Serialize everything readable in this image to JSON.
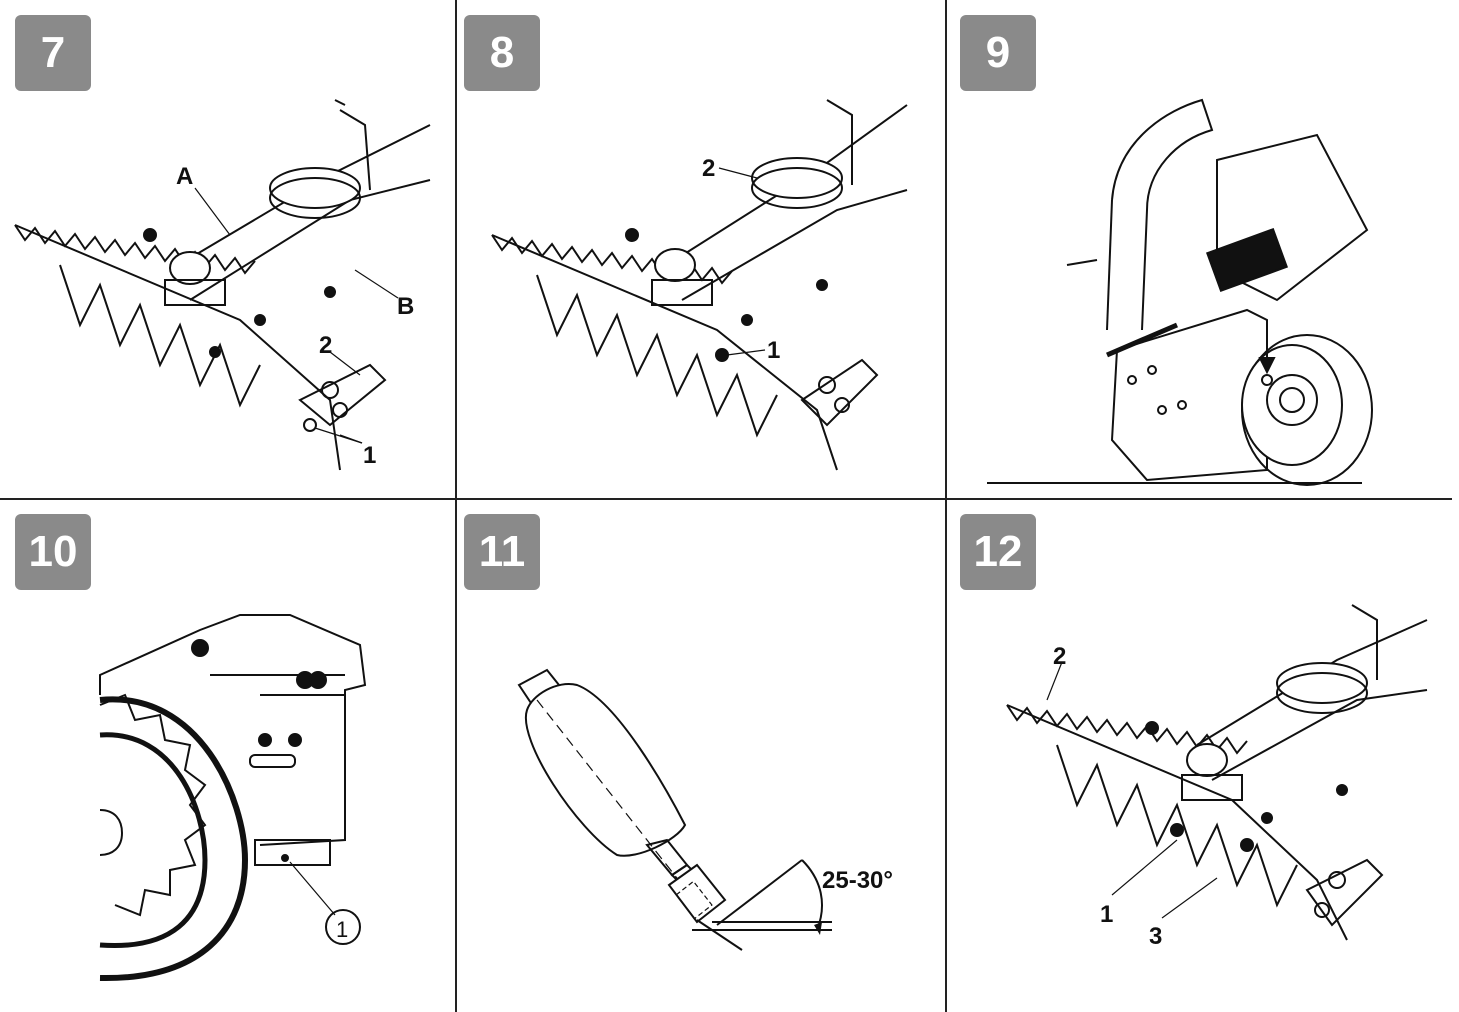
{
  "panels": [
    {
      "number": "7",
      "callouts": [
        "A",
        "B",
        "2",
        "1"
      ]
    },
    {
      "number": "8",
      "callouts": [
        "2",
        "1"
      ]
    },
    {
      "number": "9",
      "callouts": []
    },
    {
      "number": "10",
      "callouts": [
        "1"
      ]
    },
    {
      "number": "11",
      "callouts": [
        "25-30°"
      ]
    },
    {
      "number": "12",
      "callouts": [
        "2",
        "1",
        "3"
      ]
    }
  ],
  "colors": {
    "badge": "#8a8a8a",
    "line": "#222222"
  }
}
